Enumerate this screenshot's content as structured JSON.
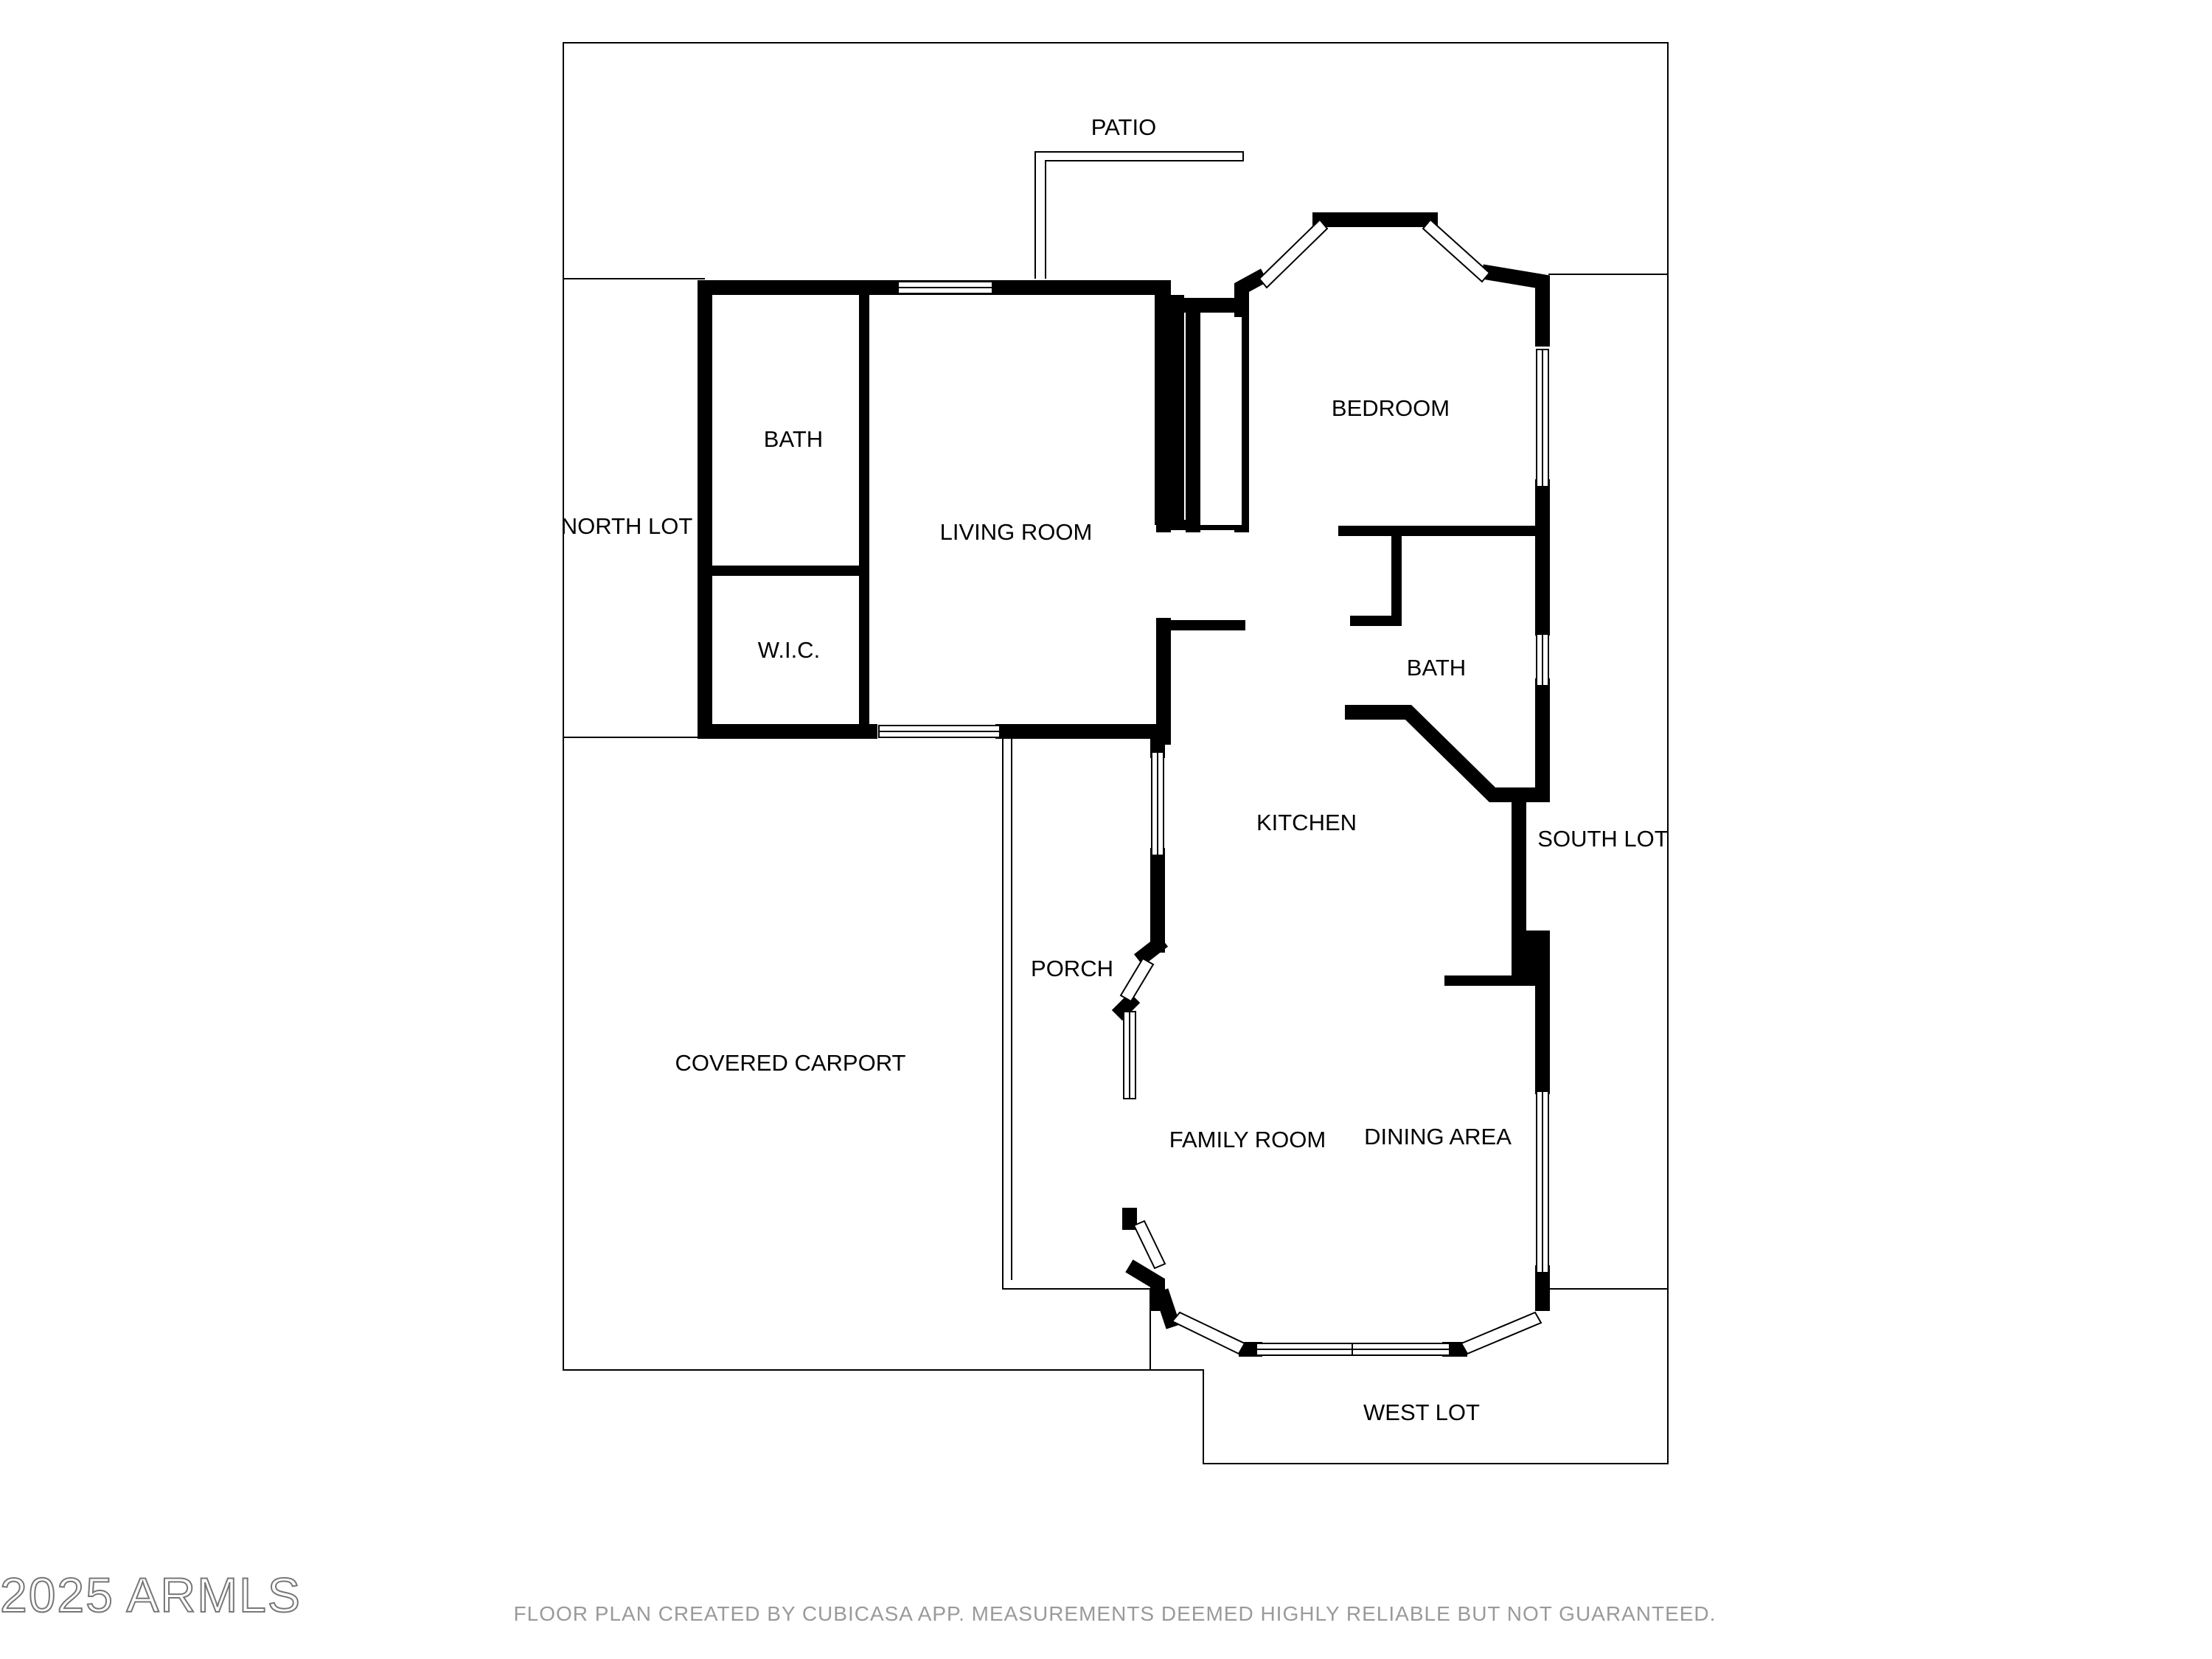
{
  "rooms": {
    "patio": "PATIO",
    "bedroom": "BEDROOM",
    "bath_1": "BATH",
    "living_room": "LIVING ROOM",
    "north_lot": "NORTH LOT",
    "wic": "W.I.C.",
    "bath_2": "BATH",
    "kitchen": "KITCHEN",
    "south_lot": "SOUTH LOT",
    "porch": "PORCH",
    "covered_carport": "COVERED CARPORT",
    "family_room": "FAMILY ROOM",
    "dining_area": "DINING AREA",
    "west_lot": "WEST LOT"
  },
  "footer": {
    "note": "FLOOR PLAN CREATED BY CUBICASA APP. MEASUREMENTS DEEMED HIGHLY RELIABLE BUT NOT GUARANTEED.",
    "watermark": "2025 ARMLS"
  },
  "colors": {
    "wall": "#000000",
    "background": "#ffffff",
    "footer_text": "#9a9a9a"
  }
}
